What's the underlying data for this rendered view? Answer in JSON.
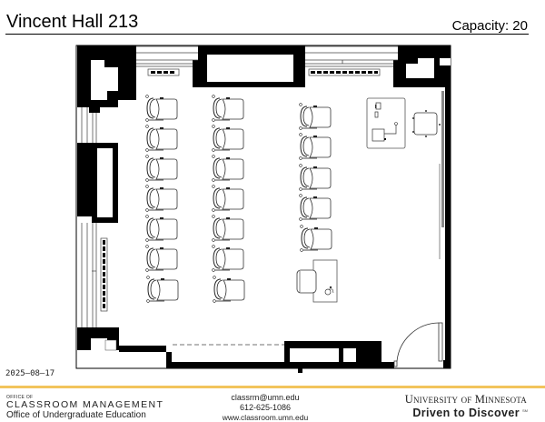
{
  "header": {
    "room_title": "Vincent Hall 213",
    "capacity_label": "Capacity: 20"
  },
  "floor_plan": {
    "seating": {
      "columns": 3,
      "column_1_seats": 7,
      "column_2_seats": 7,
      "column_3_seats": 5,
      "accessible_seats": 1,
      "total_capacity": 20
    },
    "features": [
      "instructor-desk-with-lectern",
      "instructor-chair",
      "accessible-table",
      "whiteboard-right-wall",
      "entry-door",
      "windows-north",
      "windows-west",
      "heaters"
    ],
    "colors": {
      "wall": "#000000",
      "line": "#333333",
      "whiteboard": "#888888"
    }
  },
  "footer": {
    "date": "2025–08–17",
    "office_of": "OFFICE OF",
    "department": "CLASSROOM MANAGEMENT",
    "sub_department": "Office of Undergraduate Education",
    "email": "classrm@umn.edu",
    "phone": "612-625-1086",
    "website": "www.classroom.umn.edu",
    "university": "University of Minnesota",
    "tagline": "Driven to Discover",
    "tagline_mark": "SM",
    "accent_color": "#f2c45c"
  }
}
